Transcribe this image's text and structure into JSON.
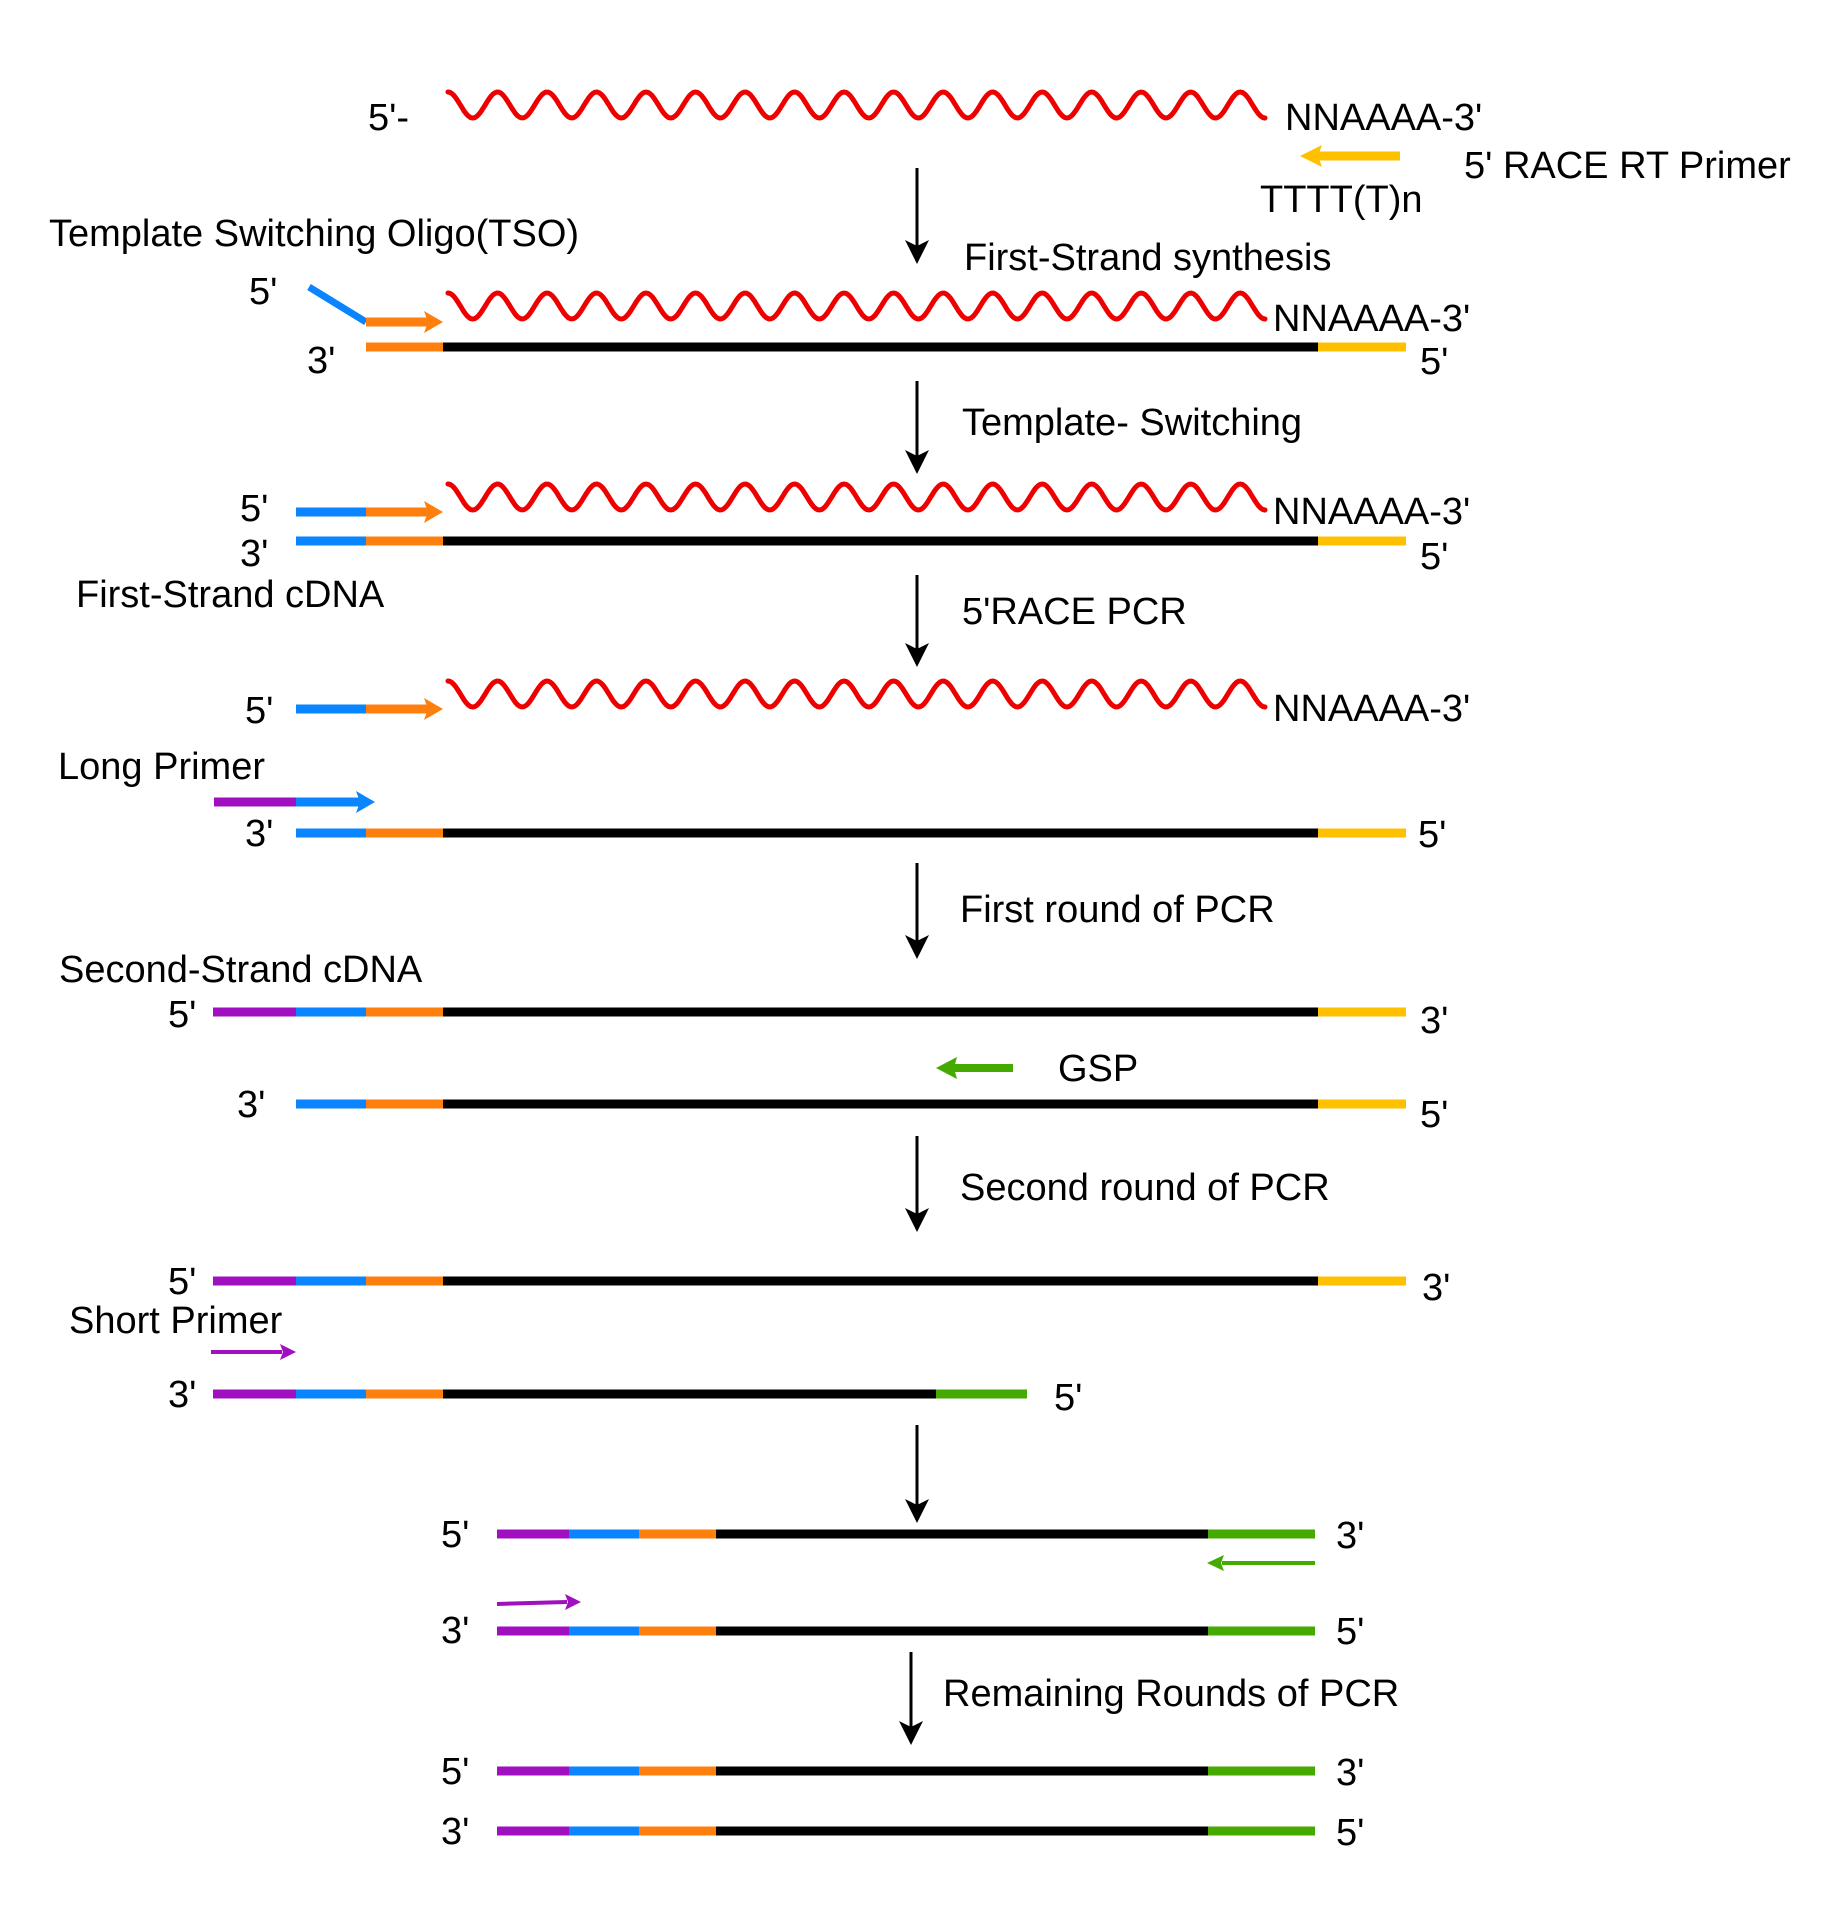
{
  "title": "5' RACE workflow with template switching",
  "colors": {
    "rna": "#ee0000",
    "template": "#000000",
    "tso_adapter": "#0a84ff",
    "tso_oligo": "#ff7f0e",
    "rt_primer": "#ffc000",
    "long_primer_tail": "#a010c0",
    "gsp": "#44aa00",
    "step_arrow": "#000000"
  },
  "labels": {
    "five_prime_dash": "5'-",
    "polyA_end": "NNAAAA-3'",
    "rt_primer": "5' RACE RT Primer",
    "oligo_dt": "TTTT(T)n",
    "tso": "Template Switching Oligo(TSO)",
    "first_strand_cdna": "First-Strand cDNA",
    "long_primer": "Long Primer",
    "second_strand_cdna": "Second-Strand cDNA",
    "gsp": "GSP",
    "short_primer": "Short Primer",
    "five_prime": "5'",
    "three_prime": "3'"
  },
  "steps": [
    {
      "label": "First-Strand synthesis"
    },
    {
      "label": "Template- Switching"
    },
    {
      "label": "5'RACE PCR"
    },
    {
      "label": "First round of PCR"
    },
    {
      "label": "Second round of PCR"
    },
    {
      "label": ""
    },
    {
      "label": "Remaining Rounds of PCR"
    }
  ]
}
